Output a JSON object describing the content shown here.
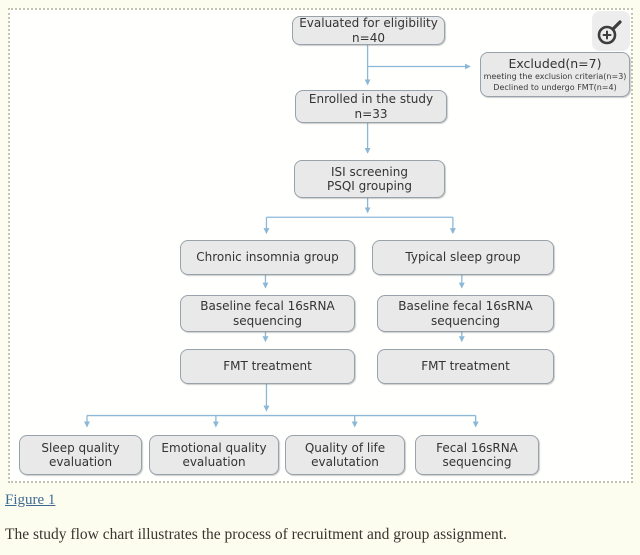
{
  "figure": {
    "nodes": {
      "evaluated": {
        "line1": "Evaluated for eligibility",
        "line2": "n=40"
      },
      "excluded": {
        "title": "Excluded(n=7)",
        "sub1": "meeting the exclusion criteria(n=3)",
        "sub2": "Declined to undergo FMT(n=4)"
      },
      "enrolled": {
        "line1": "Enrolled in the study",
        "line2": "n=33"
      },
      "screening": {
        "line1": "ISI screening",
        "line2": "PSQI grouping"
      },
      "chronic": {
        "line1": "Chronic insomnia group"
      },
      "typical": {
        "line1": "Typical sleep group"
      },
      "baseline_left": {
        "line1": "Baseline fecal 16sRNA",
        "line2": "sequencing"
      },
      "baseline_right": {
        "line1": "Baseline fecal 16sRNA",
        "line2": "sequencing"
      },
      "fmt_left": {
        "line1": "FMT treatment"
      },
      "fmt_right": {
        "line1": "FMT treatment"
      },
      "sleep_quality": {
        "line1": "Sleep quality",
        "line2": "evaluation"
      },
      "emotional_quality": {
        "line1": "Emotional quality",
        "line2": "evaluation"
      },
      "quality_of_life": {
        "line1": "Quality of life",
        "line2": "evalutation"
      },
      "fecal_sequencing": {
        "line1": "Fecal 16sRNA",
        "line2": "sequencing"
      }
    },
    "colors": {
      "arrow": "#8cb8d8",
      "node_fill": "#e9e9e9",
      "node_border": "#98a2ab",
      "link": "#3f6b93"
    },
    "zoom_button_icon": "magnifier-plus"
  },
  "footer": {
    "link": "Figure 1",
    "caption": "The study flow chart illustrates the process of recruitment and group assignment."
  }
}
